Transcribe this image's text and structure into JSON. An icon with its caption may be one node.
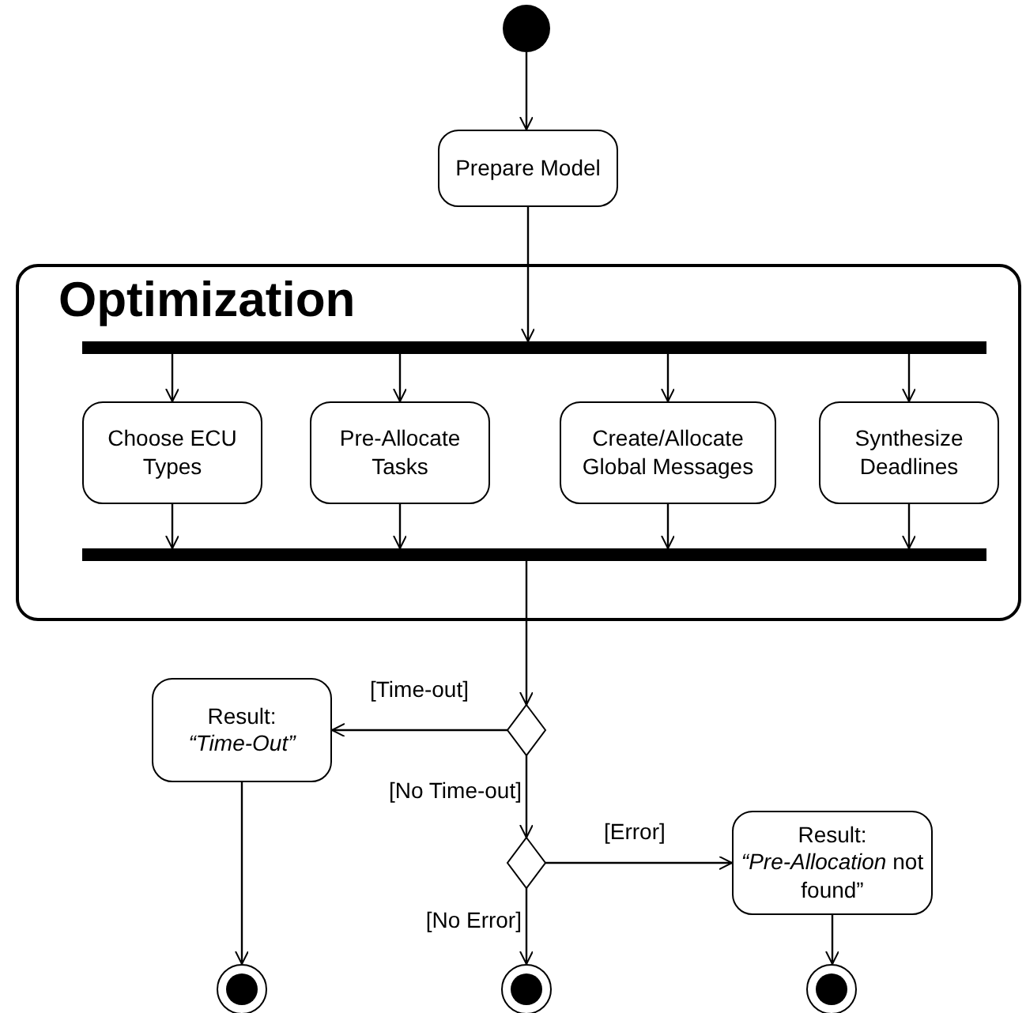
{
  "diagram": {
    "nodes": [
      {
        "text": [],
        "shape": "circle"
      },
      {
        "text": [
          "Prepare Model"
        ]
      },
      {
        "text": [
          "Optimization"
        ]
      },
      {
        "text": [],
        "shape": "bar",
        "in": 2
      },
      {
        "text": [
          "Choose ECU Types"
        ],
        "in": 2
      },
      {
        "text": [
          "Pre-Allocate Tasks"
        ],
        "in": 2
      },
      {
        "text": [
          "Create/Allocate Global Messages"
        ],
        "in": 2
      },
      {
        "text": [
          "Synthesize Deadlines"
        ],
        "in": 2
      },
      {
        "text": [],
        "shape": "bar",
        "in": 2
      },
      {
        "text": [],
        "shape": "diamond"
      },
      {
        "text": [
          "Result:",
          "*“Time-Out”*"
        ]
      },
      {
        "text": [],
        "shape": "diamond"
      },
      {
        "text": [
          "Result:",
          "*“Pre-Allocation* not found”"
        ]
      },
      {
        "text": [],
        "shape": "circle"
      },
      {
        "text": [],
        "shape": "circle"
      },
      {
        "text": [],
        "shape": "circle"
      }
    ],
    "edges": [
      {
        "from": 0,
        "to": 1,
        "arrow": "to"
      },
      {
        "from": 1,
        "to": 3,
        "arrow": "to"
      },
      {
        "from": 3,
        "to": 4,
        "arrow": "to"
      },
      {
        "from": 3,
        "to": 5,
        "arrow": "to"
      },
      {
        "from": 3,
        "to": 6,
        "arrow": "to"
      },
      {
        "from": 3,
        "to": 7,
        "arrow": "to"
      },
      {
        "from": 4,
        "to": 8,
        "arrow": "to"
      },
      {
        "from": 5,
        "to": 8,
        "arrow": "to"
      },
      {
        "from": 6,
        "to": 8,
        "arrow": "to"
      },
      {
        "from": 7,
        "to": 8,
        "arrow": "to"
      },
      {
        "from": 8,
        "to": 9,
        "arrow": "to"
      },
      {
        "from": 9,
        "to": 10,
        "label": "[Time-out]",
        "arrow": "to"
      },
      {
        "from": 9,
        "to": 11,
        "label": "[No Time-out]",
        "arrow": "to"
      },
      {
        "from": 11,
        "to": 12,
        "label": "[Error]",
        "arrow": "to"
      },
      {
        "from": 11,
        "to": 14,
        "label": "[No Error]",
        "arrow": "to"
      },
      {
        "from": 10,
        "to": 13,
        "arrow": "to"
      },
      {
        "from": 12,
        "to": 15,
        "arrow": "to"
      }
    ]
  }
}
